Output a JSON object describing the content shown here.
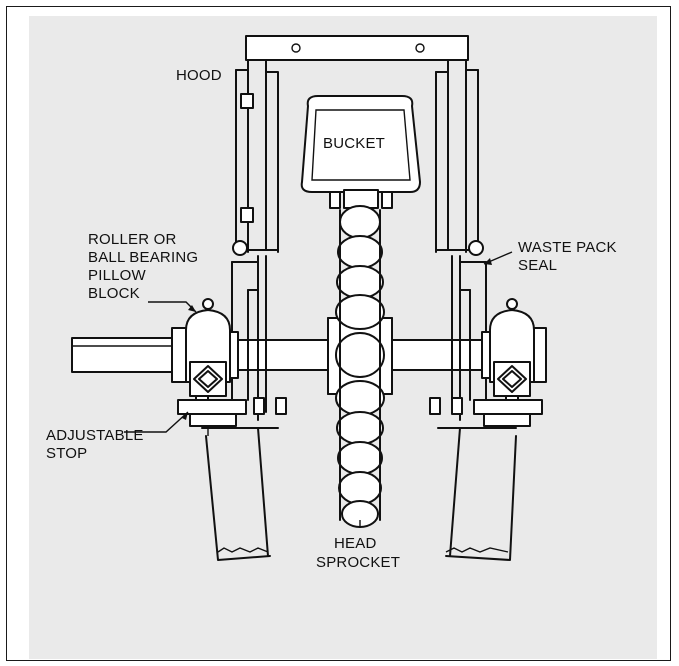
{
  "colors": {
    "panel": "#eaeaea",
    "ink": "#111111",
    "frame": "#1a1a1a"
  },
  "labels": {
    "hood": "HOOD",
    "bucket": "BUCKET",
    "pillow_block": [
      "ROLLER OR",
      "BALL BEARING",
      "PILLOW",
      "BLOCK"
    ],
    "waste_pack_seal": [
      "WASTE PACK",
      "SEAL"
    ],
    "adjustable_stop": [
      "ADJUSTABLE",
      "STOP"
    ],
    "head_sprocket": [
      "HEAD",
      "SPROCKET"
    ]
  }
}
